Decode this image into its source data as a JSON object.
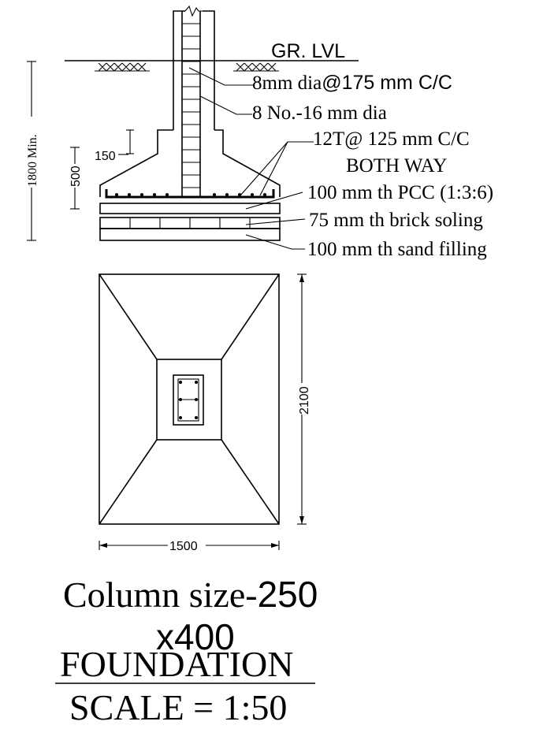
{
  "section_labels": {
    "ground_level": "GR. LVL",
    "tie_callout_a": "8mm dia",
    "tie_callout_b": "@175 mm C/C",
    "main_bar_callout": "8 No.-16 mm dia",
    "mesh_callout_a": "12T@ 125 mm C/C",
    "mesh_callout_b": "BOTH WAY",
    "pcc_callout": "100 mm th PCC (1:3:6)",
    "soling_callout": "75 mm th brick soling",
    "sand_callout": "100 mm th sand filling"
  },
  "dimensions": {
    "depth_min": "1800 Min.",
    "footing_depth": "500",
    "step_height": "150",
    "plan_length": "2100",
    "plan_width": "1500"
  },
  "caption": {
    "column_size_a": "Column size-",
    "column_size_b": "250",
    "column_size_c": "x400",
    "title": "FOUNDATION",
    "scale": "SCALE = 1:50"
  }
}
